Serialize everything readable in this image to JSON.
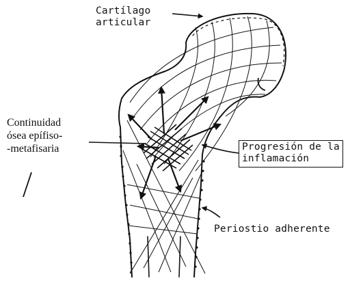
{
  "labels": {
    "cartilage": [
      "Cartílago",
      "articular"
    ],
    "continuity": [
      "Continuidad",
      "ósea epífiso-",
      "-metafisaria"
    ],
    "progression": [
      "Progresión de la",
      "inflamación"
    ],
    "periosteum": "Periostio adherente"
  },
  "colors": {
    "ink": "#111111",
    "background": "#ffffff"
  }
}
